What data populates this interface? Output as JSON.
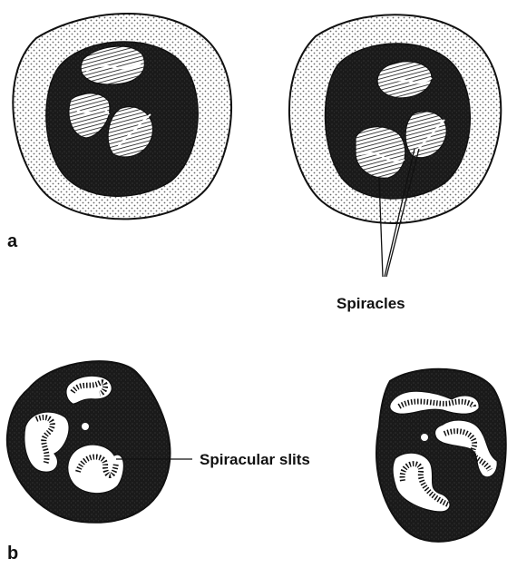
{
  "figure": {
    "panel_a": {
      "letter": "a",
      "callout": "Spiracles"
    },
    "panel_b": {
      "letter": "b",
      "callout": "Spiracular slits"
    }
  },
  "colors": {
    "ink": "#111111",
    "paper": "#ffffff",
    "stipple": "#6a6a6a"
  },
  "icons": {
    "spiracle": "hatched-oval",
    "slit": "serpentine-banded-slit",
    "ecdysial_scar": "white-dot"
  }
}
